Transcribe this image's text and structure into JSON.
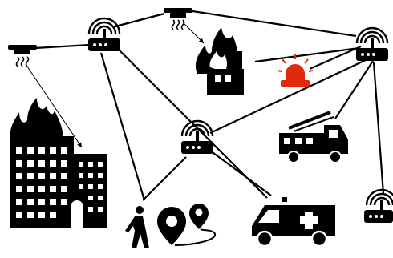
{
  "diagram": {
    "nodes": [
      {
        "id": "smoke-detector-left",
        "kind": "smoke-detector"
      },
      {
        "id": "smoke-detector-top",
        "kind": "smoke-detector"
      },
      {
        "id": "router-top-left",
        "kind": "wifi-router"
      },
      {
        "id": "router-top-right",
        "kind": "wifi-router"
      },
      {
        "id": "router-center",
        "kind": "wifi-router"
      },
      {
        "id": "router-bottom-right",
        "kind": "wifi-router"
      },
      {
        "id": "burning-skyscrapers",
        "kind": "building-fire"
      },
      {
        "id": "burning-house",
        "kind": "house-fire"
      },
      {
        "id": "alarm-beacon",
        "kind": "alarm-light"
      },
      {
        "id": "fire-truck",
        "kind": "fire-truck"
      },
      {
        "id": "ambulance",
        "kind": "ambulance"
      },
      {
        "id": "person-route",
        "kind": "person-with-route"
      }
    ],
    "edges": [
      {
        "from": "router-top-left",
        "to": "smoke-detector-left"
      },
      {
        "from": "router-top-left",
        "to": "smoke-detector-top"
      },
      {
        "from": "smoke-detector-top",
        "to": "router-top-right"
      },
      {
        "from": "router-top-left",
        "to": "ambulance"
      },
      {
        "from": "router-top-left",
        "to": "person-route"
      },
      {
        "from": "router-top-right",
        "to": "alarm-beacon"
      },
      {
        "from": "router-top-right",
        "to": "router-center"
      },
      {
        "from": "router-top-right",
        "to": "fire-truck"
      },
      {
        "from": "router-top-right",
        "to": "router-bottom-right"
      },
      {
        "from": "router-center",
        "to": "person-route"
      },
      {
        "from": "router-center",
        "to": "ambulance"
      }
    ],
    "sensing_arrows": [
      {
        "from": "smoke-detector-left",
        "to": "burning-skyscrapers"
      },
      {
        "from": "smoke-detector-top",
        "to": "burning-house"
      }
    ],
    "colors": {
      "ink": "#000000",
      "flame": "#000000",
      "alarm": "#e02a0d",
      "background": "#ffffff"
    }
  }
}
